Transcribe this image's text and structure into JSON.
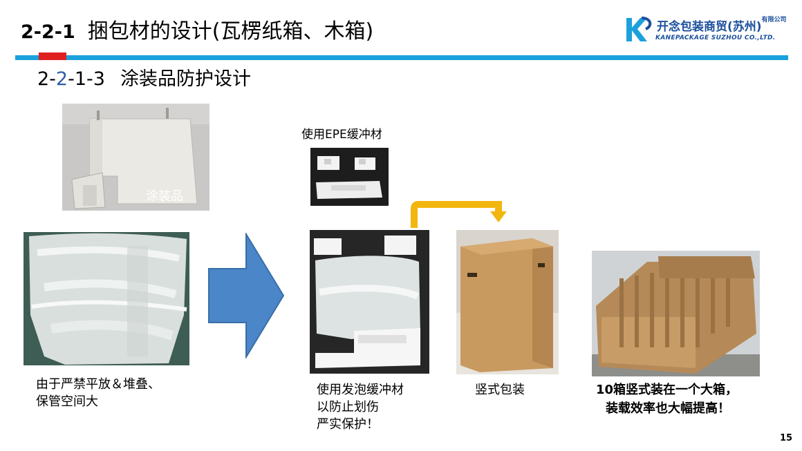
{
  "header": {
    "section_number": "2-2-1",
    "section_title": "捆包材的设计(瓦楞纸箱、木箱)",
    "sub_prefix": "2-",
    "sub_highlight": "2",
    "sub_suffix": "-1-3",
    "sub_title": "涂装品防护设计"
  },
  "logo": {
    "cn_name": "开念包装商贸(苏州)",
    "cn_small": "有限公司",
    "en_name": "KANEPACKAGE SUZHOU CO.,LTD."
  },
  "photos": {
    "painted_part_caption": "涂装品",
    "epe_caption": "使用EPE缓冲材"
  },
  "captions": {
    "problem_line1": "由于严禁平放＆堆叠、",
    "problem_line2": "保管空间大",
    "foam_line1": "使用发泡缓冲材",
    "foam_line2": "以防止划伤",
    "foam_line3": "严实保护！",
    "vertical": "竖式包装",
    "box_line1": "10箱竖式装在一个大箱，",
    "box_line2": "装载效率也大幅提高！"
  },
  "page_number": "15",
  "colors": {
    "accent_blue": "#1ba1dc",
    "accent_red": "#e02020",
    "arrow_blue": "#4a86c8",
    "arrow_yellow": "#f3b60f"
  }
}
